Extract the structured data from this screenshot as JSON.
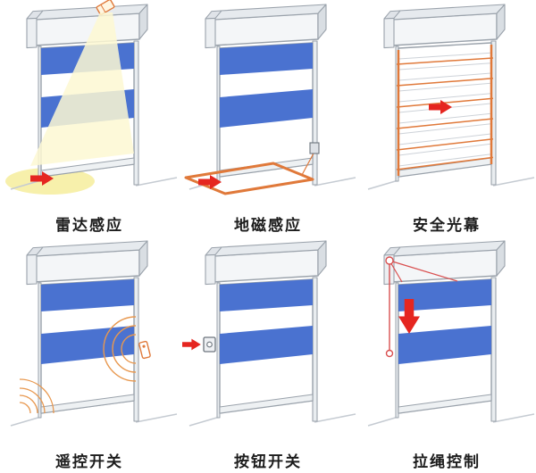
{
  "colors": {
    "door_blue": "#4a72d0",
    "outline_gray": "#9aa2ab",
    "arrow_red": "#e52620",
    "accent_orange": "#e0793a",
    "beam_yellow": "#f7f0ab",
    "rope_red": "#d94f4f",
    "label_color": "#1c1c1c"
  },
  "panels": [
    {
      "id": "radar",
      "label": "雷达感应"
    },
    {
      "id": "magnetic",
      "label": "地磁感应"
    },
    {
      "id": "light-curtain",
      "label": "安全光幕"
    },
    {
      "id": "remote",
      "label": "遥控开关"
    },
    {
      "id": "push-button",
      "label": "按钮开关"
    },
    {
      "id": "pull-rope",
      "label": "拉绳控制"
    }
  ]
}
